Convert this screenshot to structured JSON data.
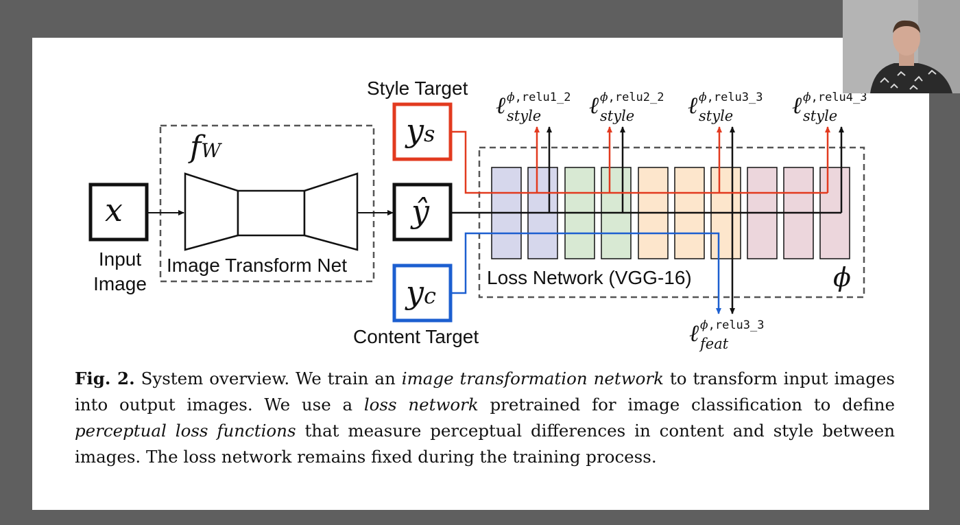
{
  "diagram": {
    "input_symbol": "x",
    "input_label": [
      "Input",
      "Image"
    ],
    "transform_symbol": "f",
    "transform_subscript": "W",
    "transform_label": "Image Transform Net",
    "output_symbol": "ŷ",
    "style_target_symbol": "y",
    "style_target_subscript": "s",
    "style_target_label": "Style Target",
    "content_target_symbol": "y",
    "content_target_subscript": "c",
    "content_target_label": "Content Target",
    "loss_network_label": "Loss Network (VGG-16)",
    "loss_network_symbol": "ϕ",
    "style_losses": [
      {
        "sup": "relu1_2",
        "sub": "style"
      },
      {
        "sup": "relu2_2",
        "sub": "style"
      },
      {
        "sup": "relu3_3",
        "sub": "style"
      },
      {
        "sup": "relu4_3",
        "sub": "style"
      }
    ],
    "feature_loss": {
      "sup": "relu3_3",
      "sub": "feat"
    },
    "colors": {
      "style": "#e23a1f",
      "content": "#1c5fd0",
      "layer_group1": "#d6d7ec",
      "layer_group2": "#d8e9d3",
      "layer_group3": "#fde6cc",
      "layer_group4": "#ecd6dc",
      "dashed": "#555555"
    }
  },
  "caption": {
    "fig_label": "Fig. 2.",
    "text_1": " System overview. We train an ",
    "italic_1": "image transformation network",
    "text_2": " to transform input images into output images. We use a ",
    "italic_2": "loss network",
    "text_3": " pretrained for image classification to define ",
    "italic_3": "perceptual loss functions",
    "text_4": " that measure perceptual differences in content and style between images. The loss network remains fixed during the training process."
  },
  "webcam": {
    "description_icon": "presenter-video-icon"
  }
}
